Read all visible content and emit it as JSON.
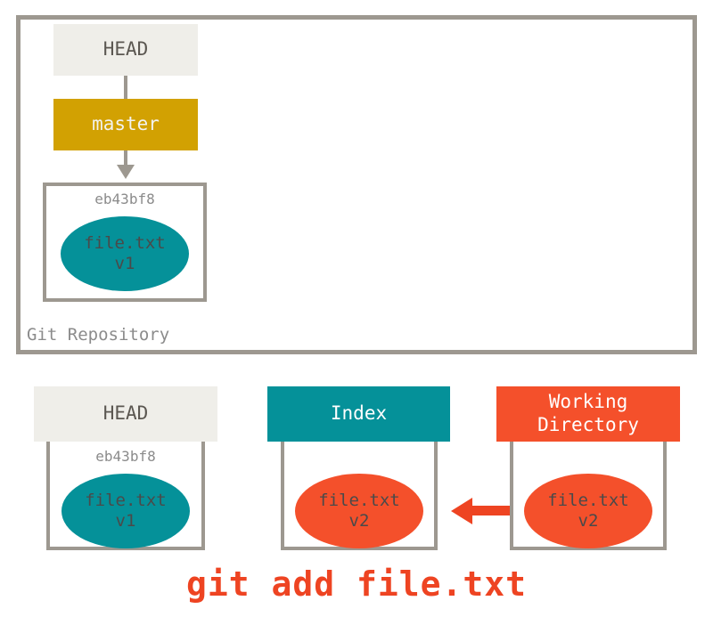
{
  "diagram": {
    "title": "git add file.txt",
    "caption": "git add file.txt",
    "repository": {
      "label": "Git Repository",
      "head_label": "HEAD",
      "branch_label": "master",
      "commit": {
        "sha": "eb43bf8",
        "blob_name": "file.txt",
        "blob_version": "v1"
      }
    },
    "areas": [
      {
        "key": "head",
        "label": "HEAD",
        "sha": "eb43bf8",
        "blob_name": "file.txt",
        "blob_version": "v1",
        "header_color": "#efeee9",
        "blob_color": "#059199"
      },
      {
        "key": "index",
        "label": "Index",
        "blob_name": "file.txt",
        "blob_version": "v2",
        "header_color": "#059199",
        "blob_color": "#f4502b"
      },
      {
        "key": "working_directory",
        "label_line1": "Working",
        "label_line2": "Directory",
        "blob_name": "file.txt",
        "blob_version": "v2",
        "header_color": "#f4502b",
        "blob_color": "#f4502b"
      }
    ],
    "colors": {
      "frame": "#9d9890",
      "head_box": "#efeee9",
      "master_box": "#d2a102",
      "index_box": "#059199",
      "working_box": "#f4502b",
      "blob_teal": "#059199",
      "blob_red": "#f4502b",
      "arrow_red": "#ee4422",
      "caption_text": "#ee4422",
      "label_text": "#8b8b8b"
    }
  }
}
